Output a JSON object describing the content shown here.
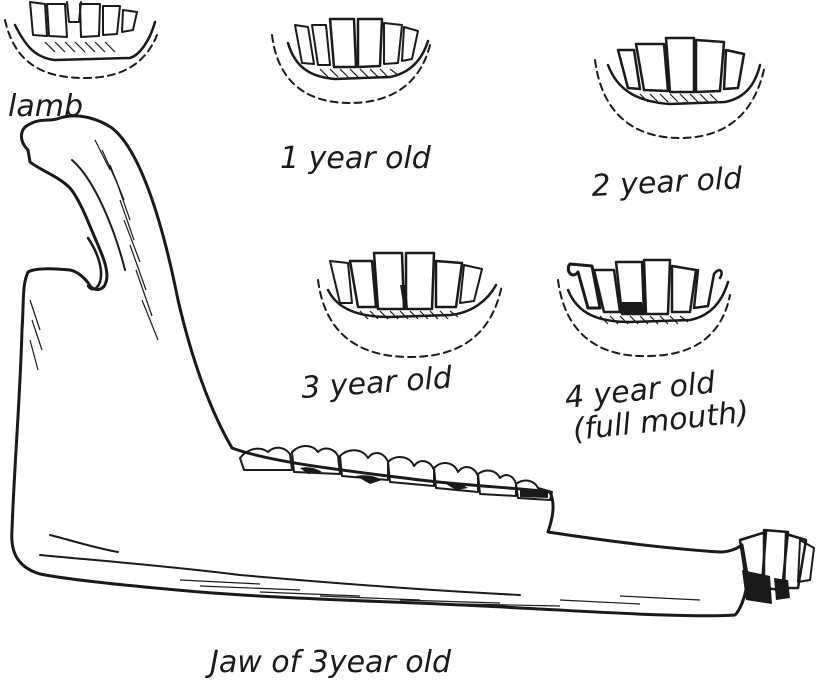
{
  "figure": {
    "lamb_label": "lamb",
    "one_year_label": "1 year old",
    "two_year_label": "2 year old",
    "three_year_label": "3 year old",
    "four_year_label": "4 year old",
    "full_mouth_label": "(full mouth)",
    "jaw_caption": "Jaw of 3year old"
  }
}
